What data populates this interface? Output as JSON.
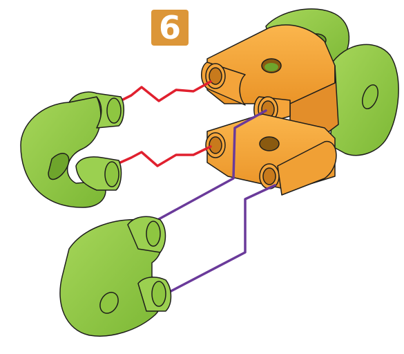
{
  "step": {
    "number": "6"
  },
  "colors": {
    "green": "#8ec641",
    "green_dark": "#5e9a24",
    "orange": "#f5a53a",
    "orange_dark": "#cf7e1c",
    "red_connector": "#e0202e",
    "purple_connector": "#6a3a9a",
    "badge": "#dc9638",
    "outline": "#1d1d1b"
  },
  "parts": [
    {
      "id": "green-hook-part",
      "color": "green"
    },
    {
      "id": "green-tab-part",
      "color": "green"
    },
    {
      "id": "orange-double-connector",
      "color": "orange"
    },
    {
      "id": "green-loop-part",
      "color": "green"
    }
  ],
  "connectors": [
    {
      "id": "red-connector-top",
      "color": "red_connector"
    },
    {
      "id": "red-connector-bottom",
      "color": "red_connector"
    },
    {
      "id": "purple-connector-top",
      "color": "purple_connector"
    },
    {
      "id": "purple-connector-bottom",
      "color": "purple_connector"
    }
  ]
}
